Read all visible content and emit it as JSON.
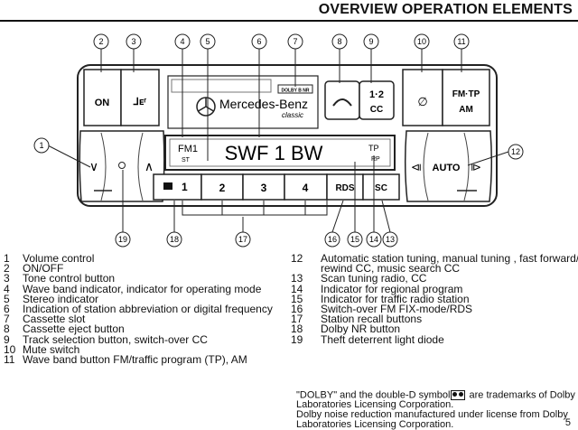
{
  "header": {
    "title": "OVERVIEW OPERATION ELEMENTS"
  },
  "callouts": [
    "1",
    "2",
    "3",
    "4",
    "5",
    "6",
    "7",
    "8",
    "9",
    "10",
    "11",
    "12",
    "13",
    "14",
    "15",
    "16",
    "17",
    "18",
    "19"
  ],
  "radio": {
    "on_label": "ON",
    "cassette_eject_symbol": "⅃ᴇʳ",
    "brand": "Mercedes-Benz",
    "brand_sub": "classic",
    "tape_badge": "DOLBY B NR",
    "track_label": "⌢",
    "cc_top": "1·2",
    "cc_bottom": "CC",
    "mute_symbol": "∅",
    "fm_tp": "FM·TP",
    "am": "AM",
    "volume_down": "∨",
    "volume_up": "∧",
    "display_band": "FM1",
    "display_st": "ST",
    "display_station": "SWF 1 BW",
    "display_tp": "TP",
    "display_rp": "RP",
    "preset_1": "1",
    "preset_2": "2",
    "preset_3": "3",
    "preset_4": "4",
    "rds": "RDS",
    "sc": "SC",
    "seek_back": "⧏",
    "auto": "AUTO",
    "seek_fwd": "⧐"
  },
  "legend_left": [
    {
      "num": "1",
      "text": "Volume control"
    },
    {
      "num": "2",
      "text": "ON/OFF"
    },
    {
      "num": "3",
      "text": "Tone control button"
    },
    {
      "num": "4",
      "text": "Wave band indicator, indicator for operating mode"
    },
    {
      "num": "5",
      "text": "Stereo indicator"
    },
    {
      "num": "6",
      "text": "Indication of station abbreviation or digital frequency"
    },
    {
      "num": "7",
      "text": "Cassette slot"
    },
    {
      "num": "8",
      "text": "Cassette eject button"
    },
    {
      "num": "9",
      "text": "Track selection button, switch-over CC"
    },
    {
      "num": "10",
      "text": "Mute switch"
    },
    {
      "num": "11",
      "text": "Wave band button FM/traffic program (TP), AM"
    }
  ],
  "legend_right": [
    {
      "num": "12",
      "text": "Automatic station tuning, manual tuning , fast forward/"
    },
    {
      "num": "",
      "text": "rewind CC, music search CC"
    },
    {
      "num": "13",
      "text": "Scan tuning radio, CC"
    },
    {
      "num": "14",
      "text": "Indicator for regional program"
    },
    {
      "num": "15",
      "text": "Indicator for traffic radio station"
    },
    {
      "num": "16",
      "text": "Switch-over FM FIX-mode/RDS"
    },
    {
      "num": "17",
      "text": "Station recall buttons"
    },
    {
      "num": "18",
      "text": "Dolby NR button"
    },
    {
      "num": "19",
      "text": "Theft deterrent light diode"
    }
  ],
  "trademark": {
    "line1_a": "\"DOLBY\" and the double-D symbol",
    "line1_b": " are trademarks of Dolby",
    "line2": "Laboratories Licensing Corporation.",
    "line3": "Dolby noise reduction manufactured under license from Dolby",
    "line4": "Laboratories Licensing Corporation."
  },
  "page_number": "5"
}
